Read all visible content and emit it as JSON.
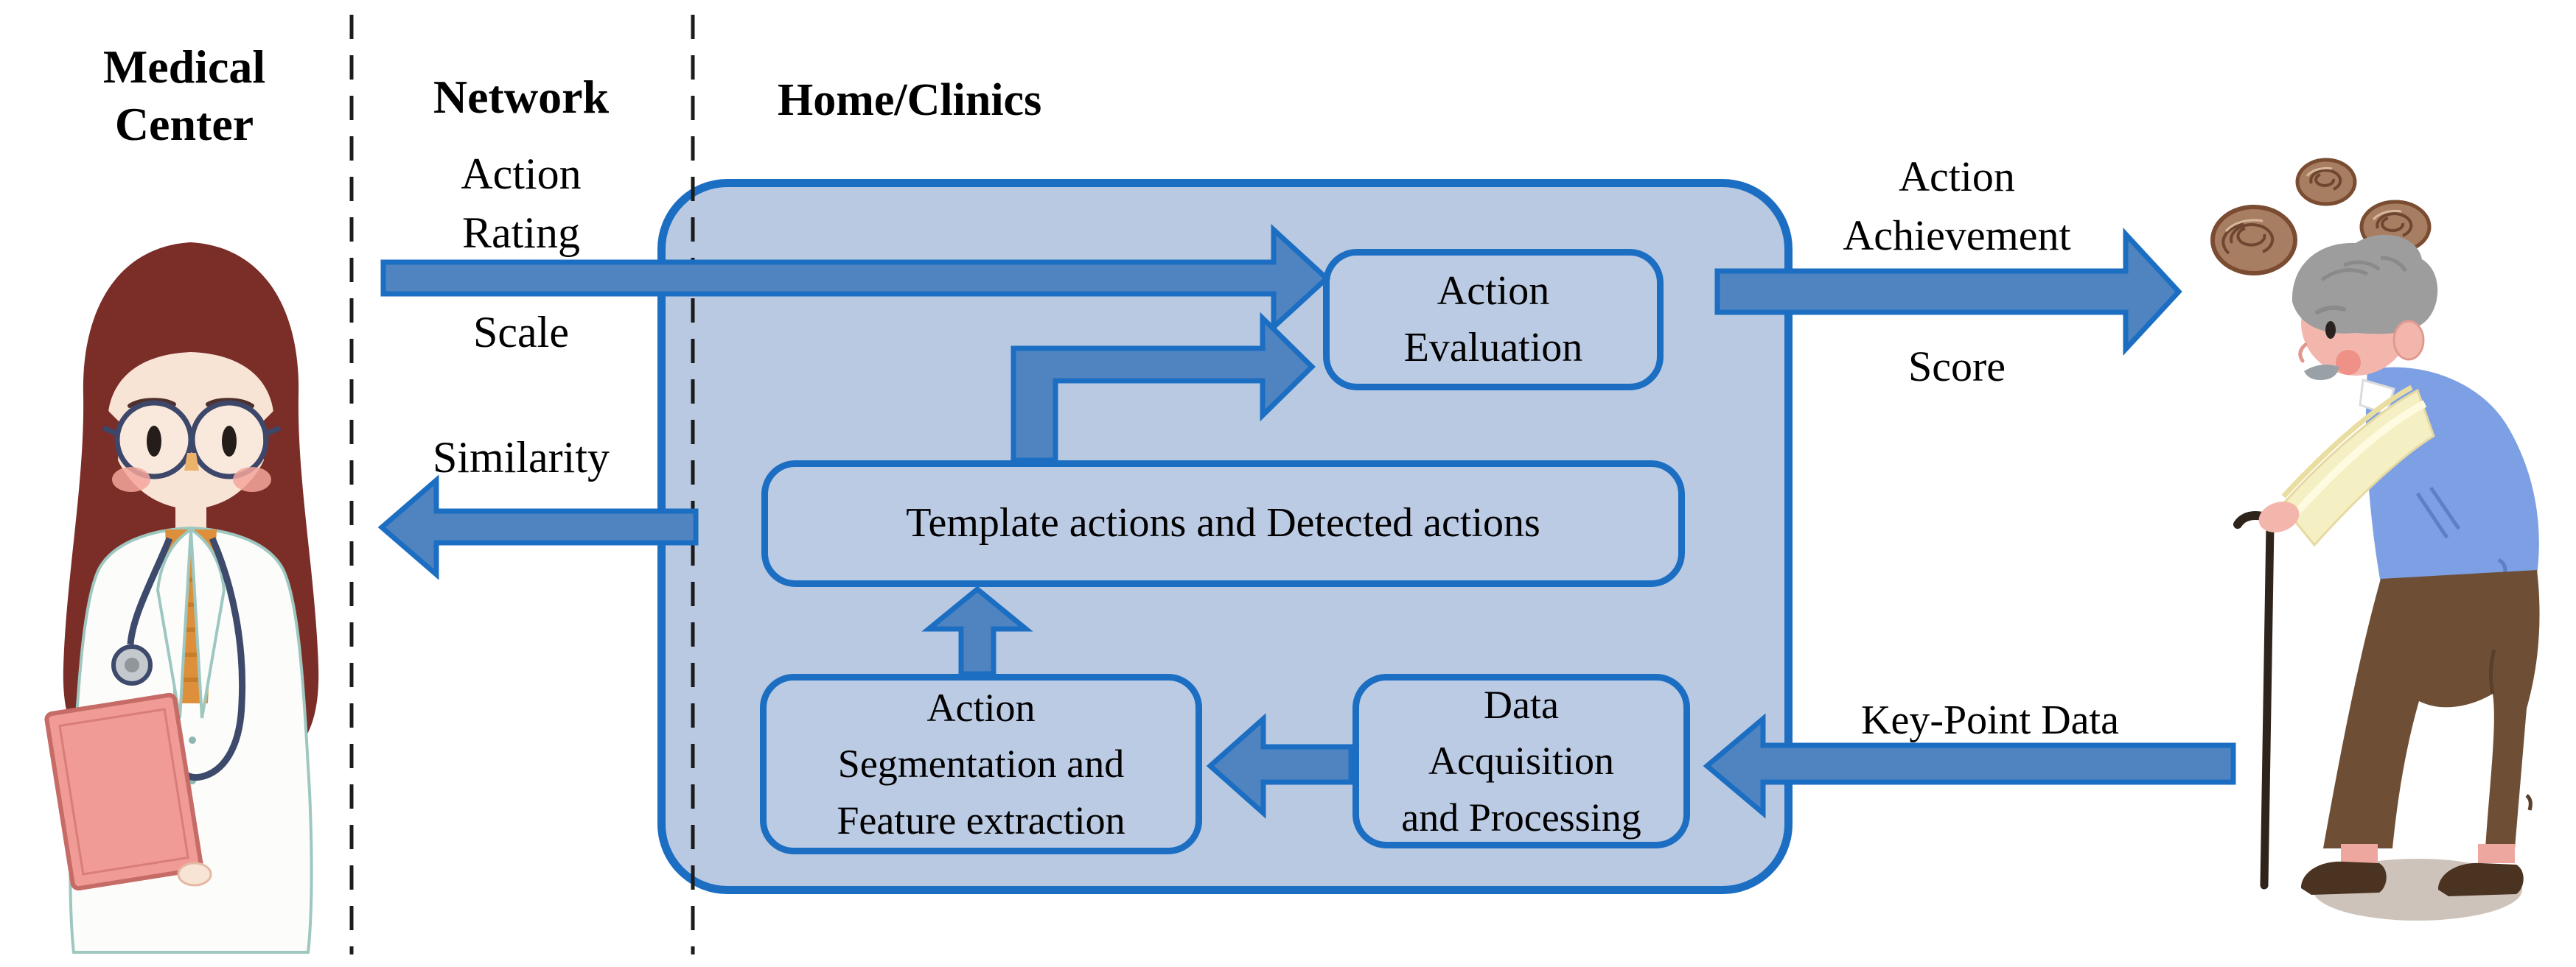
{
  "sections": {
    "medical_center": {
      "line1": "Medical",
      "line2": "Center"
    },
    "network": {
      "title": "Network"
    },
    "home_clinics": {
      "title": "Home/Clinics"
    }
  },
  "flow_labels": {
    "action_rating": {
      "line1": "Action",
      "line2": "Rating",
      "line3": "Scale"
    },
    "similarity": "Similarity",
    "action_achievement": {
      "line1": "Action",
      "line2": "Achievement",
      "line3": "Score"
    },
    "key_point_data": "Key-Point Data"
  },
  "process_boxes": {
    "action_evaluation": {
      "line1": "Action",
      "line2": "Evaluation"
    },
    "template_detected": {
      "text": "Template actions and Detected actions"
    },
    "action_segmentation": {
      "line1": "Action",
      "line2": "Segmentation and",
      "line3": "Feature extraction"
    },
    "data_acquisition": {
      "line1": "Data",
      "line2": "Acquisition",
      "line3": "and Processing"
    }
  },
  "illustrations": {
    "doctor": "doctor-illustration",
    "elderly": "elderly-person-with-cane-illustration",
    "scribbles": "confusion-scribbles-icon"
  },
  "colors": {
    "container_fill": "#b9c9e2",
    "box_fill": "#bccbe4",
    "diagram_border": "#1b6ec2",
    "arrow_fill": "#5084c0",
    "dashed_line": "#1c1c1c",
    "text": "#000000"
  }
}
